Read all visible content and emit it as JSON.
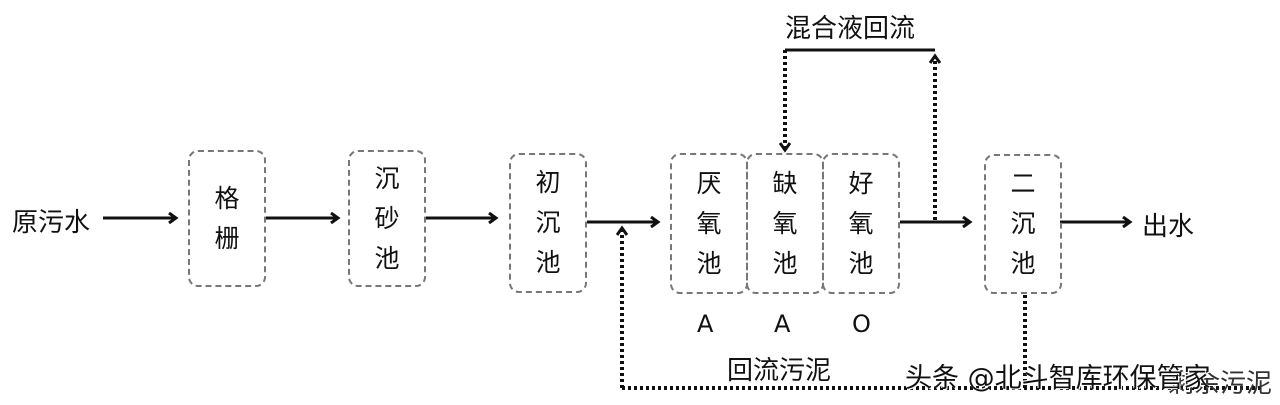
{
  "input_label": "原污水",
  "output_label": "出水",
  "units": [
    {
      "id": "grille",
      "chars": [
        "格",
        "栅"
      ]
    },
    {
      "id": "grit-chamber",
      "chars": [
        "沉",
        "砂",
        "池"
      ]
    },
    {
      "id": "primary-clarifier",
      "chars": [
        "初",
        "沉",
        "池"
      ]
    },
    {
      "id": "anaerobic-tank",
      "chars": [
        "厌",
        "氧",
        "池"
      ],
      "code": "A"
    },
    {
      "id": "anoxic-tank",
      "chars": [
        "缺",
        "氧",
        "池"
      ],
      "code": "A"
    },
    {
      "id": "aerobic-tank",
      "chars": [
        "好",
        "氧",
        "池"
      ],
      "code": "O"
    },
    {
      "id": "secondary-clarifier",
      "chars": [
        "二",
        "沉",
        "池"
      ]
    }
  ],
  "mixed_liquor_return_label": "混合液回流",
  "sludge_return_label": "回流污泥",
  "excess_sludge_label": "剩余污泥",
  "watermark": "头条 @北斗智库环保管家"
}
